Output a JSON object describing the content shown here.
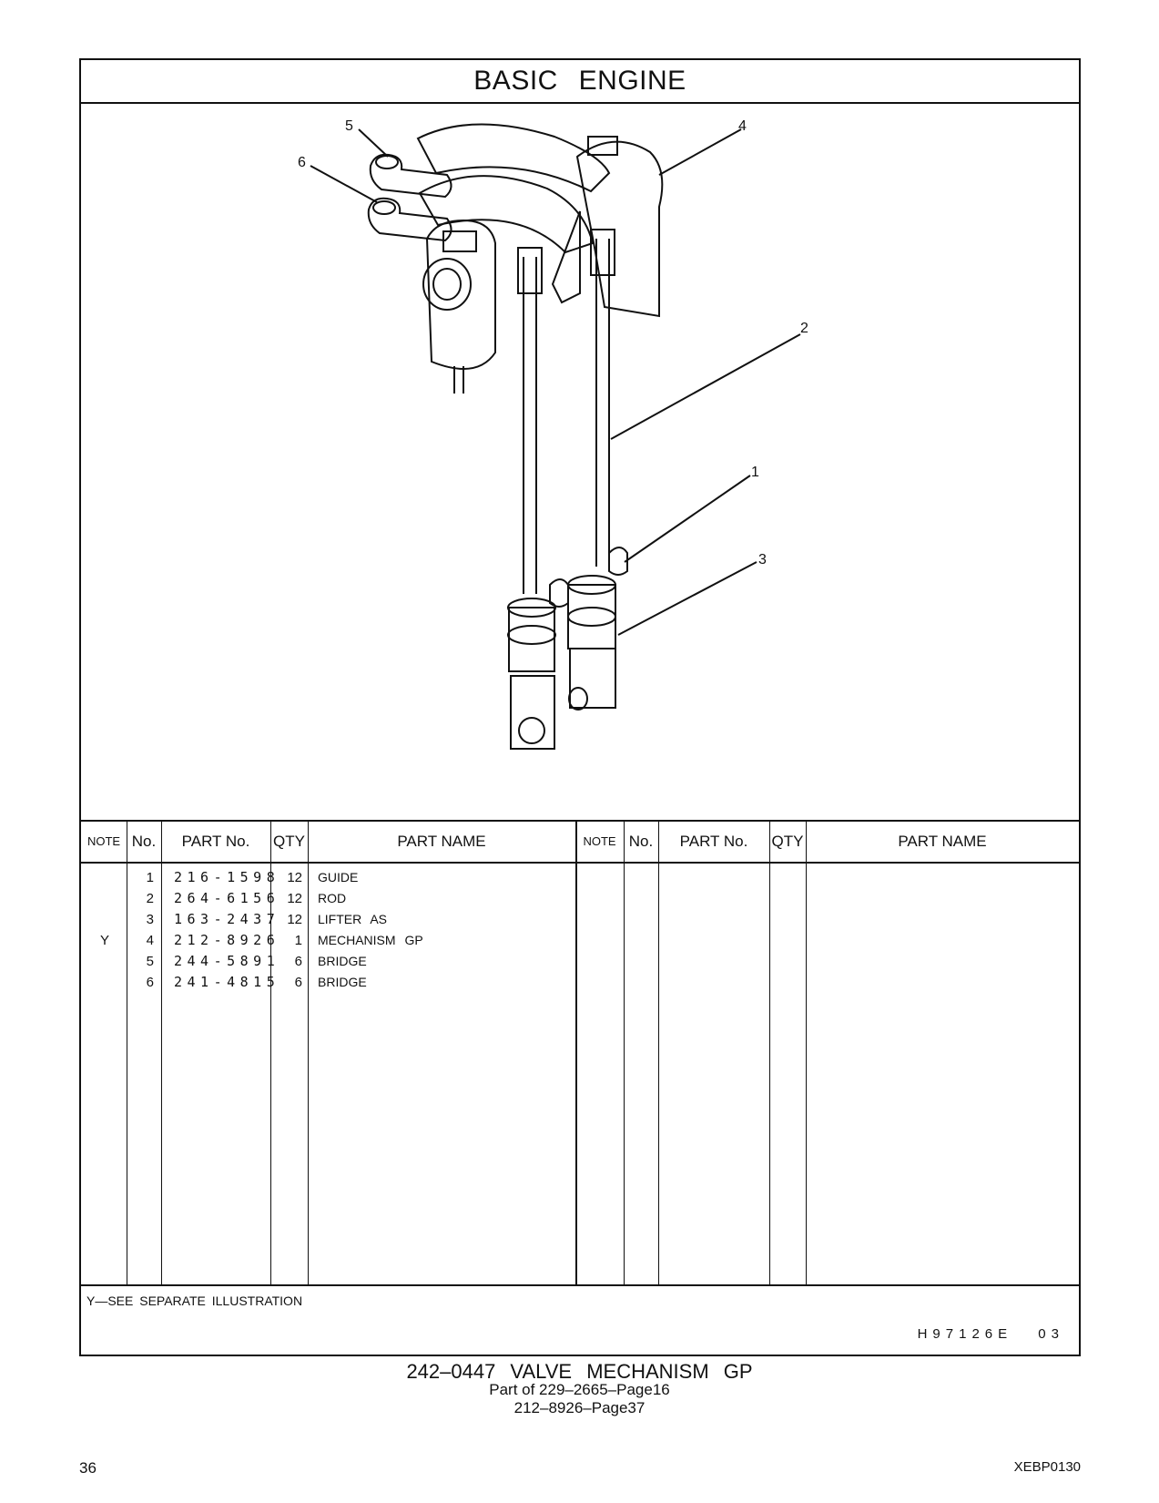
{
  "section_title": "BASIC ENGINE",
  "callouts": [
    "5",
    "6",
    "4",
    "2",
    "1",
    "3"
  ],
  "table": {
    "headers": {
      "note": "NOTE",
      "no": "No.",
      "part_no": "PART No.",
      "qty": "QTY",
      "part_name": "PART NAME"
    },
    "rows": [
      {
        "note": "",
        "no": "1",
        "part_no": "216-1598",
        "qty": "12",
        "part_name": "GUIDE"
      },
      {
        "note": "",
        "no": "2",
        "part_no": "264-6156",
        "qty": "12",
        "part_name": "ROD"
      },
      {
        "note": "",
        "no": "3",
        "part_no": "163-2437",
        "qty": "12",
        "part_name": "LIFTER AS"
      },
      {
        "note": "Y",
        "no": "4",
        "part_no": "212-8926",
        "qty": "1",
        "part_name": "MECHANISM GP"
      },
      {
        "note": "",
        "no": "5",
        "part_no": "244-5891",
        "qty": "6",
        "part_name": "BRIDGE"
      },
      {
        "note": "",
        "no": "6",
        "part_no": "241-4815",
        "qty": "6",
        "part_name": "BRIDGE"
      }
    ]
  },
  "footnote": "Y—SEE SEPARATE ILLUSTRATION",
  "illustration_code": "H97126E 03",
  "caption": {
    "line1": "242–0447 VALVE MECHANISM GP",
    "line2": "Part of 229–2665–Page16",
    "line3": "212–8926–Page37"
  },
  "page_number": "36",
  "doc_id": "XEBP0130"
}
